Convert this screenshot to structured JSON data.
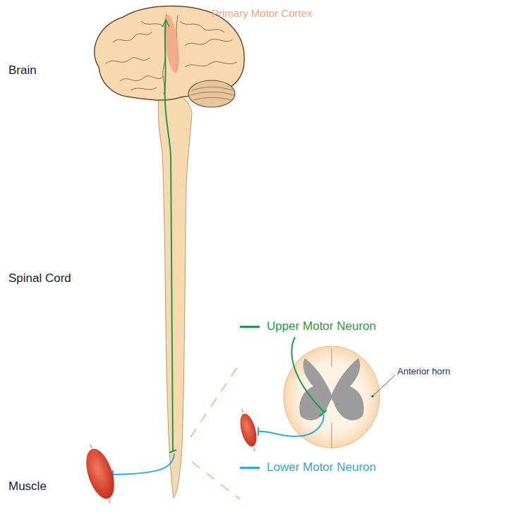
{
  "diagram": {
    "labels": [
      "Brain",
      "Primary Motor Cortex",
      "Spinal Cord",
      "Muscle",
      "Anterior horn"
    ],
    "legend": [
      {
        "text": "Upper Motor Neuron"
      },
      {
        "text": "Lower Motor Neuron"
      }
    ]
  }
}
